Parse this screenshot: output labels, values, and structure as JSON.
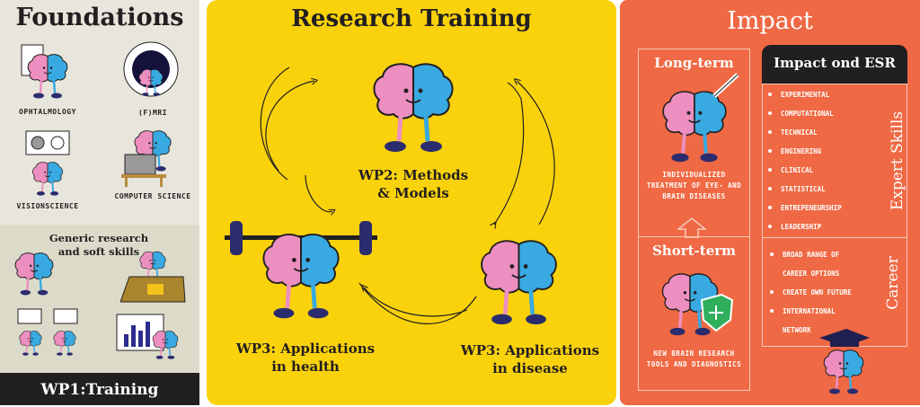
{
  "foundations": {
    "title": "Foundations",
    "items": [
      "OPHTALMOLOGY",
      "(F)MRI",
      "VISIONSCIENCE",
      "COMPUTER SCIENCE"
    ],
    "generic_title": "Generic research and soft skills",
    "footer": "WP1:Training"
  },
  "research": {
    "title": "Research Training",
    "wp2": "WP2: Methods & Models",
    "wp3_health": "WP3: Applications in health",
    "wp3_disease": "WP3: Applications in disease"
  },
  "impact": {
    "title": "Impact",
    "long_term": "Long-term",
    "long_term_text": "INDIVIDUALIZED TREATMENT OF EYE- AND BRAIN DISEASES",
    "short_term": "Short-term",
    "short_term_text": "NEW BRAIN RESEARCH TOOLS AND DIAGNOSTICS",
    "esr_header": "Impact ond ESR",
    "expert_label": "Expert Skills",
    "expert_skills": [
      "EXPERIMENTAL",
      "COMPUTATIONAL",
      "TECHNICAL",
      "ENGINERING",
      "CLINICAL",
      "STATISTICAL",
      "ENTREPENEURSHIP",
      "LEADERSHIP"
    ],
    "career_label": "Career",
    "career": [
      "BROAD RANGE OF",
      "CAREER OPTIONS",
      "CREATE OWN FUTURE",
      "INTERNATIONAL",
      "NETWORK"
    ]
  },
  "colors": {
    "yellow": "#fad20b",
    "orange": "#ef6944",
    "dark": "#221f20",
    "pink": "#ec8fc0",
    "blue": "#39a9e1"
  }
}
